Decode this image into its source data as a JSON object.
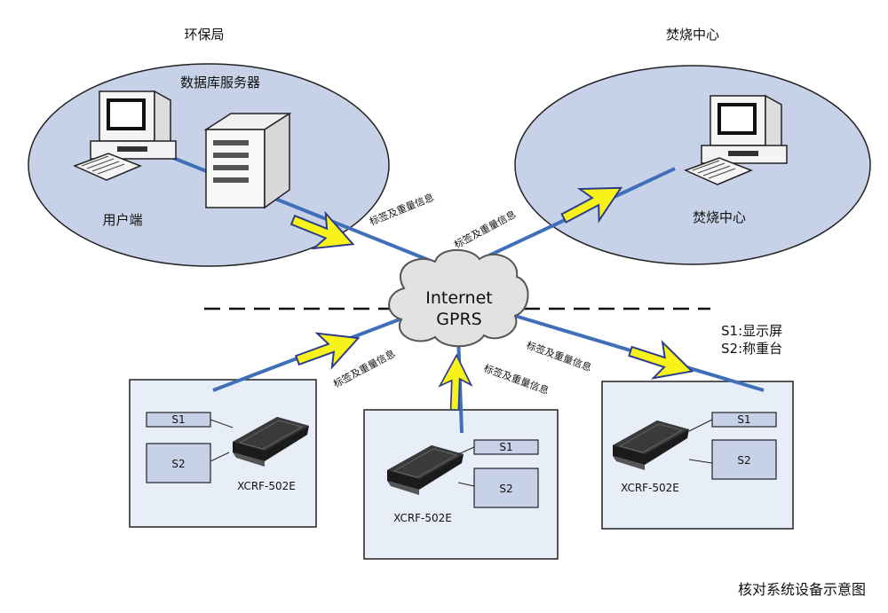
{
  "regions": {
    "epb": {
      "title": "环保局",
      "server_label": "数据库服务器",
      "client_label": "用户端"
    },
    "incinerator": {
      "title": "焚烧中心",
      "pc_label": "焚烧中心"
    }
  },
  "cloud": {
    "line1": "Internet",
    "line2": "GPRS"
  },
  "link_label": "标签及重量信息",
  "legend": {
    "s1": "S1:显示屏",
    "s2": "S2:称重台"
  },
  "stations": [
    {
      "s1": "S1",
      "s2": "S2",
      "device": "XCRF-502E"
    },
    {
      "s1": "S1",
      "s2": "S2",
      "device": "XCRF-502E"
    },
    {
      "s1": "S1",
      "s2": "S2",
      "device": "XCRF-502E"
    }
  ],
  "caption": "核对系统设备示意图",
  "colors": {
    "ellipse": "#c7d2e8",
    "panel": "#e8eef8",
    "link": "#3f6fb8",
    "bolt": "#f6f21a",
    "cloud": "#e2e2e2"
  }
}
